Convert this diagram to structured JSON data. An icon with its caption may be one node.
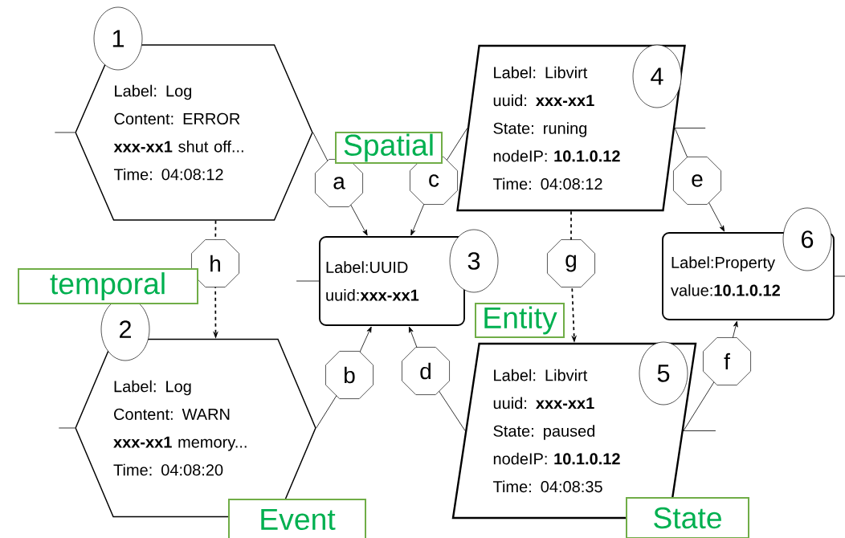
{
  "diagram": {
    "nodes": [
      {
        "text": [
          "1",
          "Label: Log",
          "Content: ERROR",
          "**xxx-xx1** shut off...",
          "Time: 04:08:12"
        ]
      },
      {
        "text": [
          "Label: Libvirt",
          "4",
          "uuid: **xxx-xx1**",
          "State: runing",
          "nodeIP: **10.1.0.12**",
          "Time: 04:08:12"
        ]
      },
      {
        "text": [
          "Spatial"
        ]
      },
      {
        "text": [
          "Label:UUID",
          "3",
          "uuid:**xxx-xx1**"
        ]
      },
      {
        "text": [
          "Label:Property",
          "6",
          "value:**10.1.0.12**"
        ]
      },
      {
        "text": [
          "temporal"
        ]
      },
      {
        "text": [
          "Entity"
        ]
      },
      {
        "text": [
          "2",
          "Label: Log",
          "Content: WARN",
          "**xxx-xx1** memory...",
          "Time: 04:08:20"
        ]
      },
      {
        "text": [
          "Label: Libvirt",
          "5",
          "uuid: **xxx-xx1**",
          "State: paused",
          "nodeIP: **10.1.0.12**",
          "Time: 04:08:35"
        ]
      },
      {
        "text": [
          "Event"
        ]
      },
      {
        "text": [
          "State"
        ]
      }
    ],
    "edges": [
      {
        "from": 0,
        "to": 3,
        "arrow": "to",
        "label": "a"
      },
      {
        "from": 7,
        "to": 3,
        "arrow": "to",
        "label": "b"
      },
      {
        "from": 1,
        "to": 3,
        "arrow": "to",
        "label": "c"
      },
      {
        "from": 8,
        "to": 3,
        "arrow": "to",
        "label": "d"
      },
      {
        "from": 1,
        "to": 4,
        "arrow": "to",
        "label": "e"
      },
      {
        "from": 8,
        "to": 4,
        "arrow": "to",
        "label": "f"
      },
      {
        "from": 1,
        "to": 8,
        "arrow": "to",
        "label": "g",
        "style": "dashed"
      },
      {
        "from": 0,
        "to": 7,
        "arrow": "to",
        "label": "h",
        "style": "dashed"
      },
      {
        "from": 0,
        "to": null,
        "arrow": "none"
      },
      {
        "from": 7,
        "to": null,
        "arrow": "none"
      },
      {
        "from": 3,
        "to": null,
        "arrow": "none"
      },
      {
        "from": 1,
        "to": null,
        "arrow": "none"
      },
      {
        "from": 8,
        "to": null,
        "arrow": "none"
      },
      {
        "from": 4,
        "to": null,
        "arrow": "none"
      }
    ]
  }
}
